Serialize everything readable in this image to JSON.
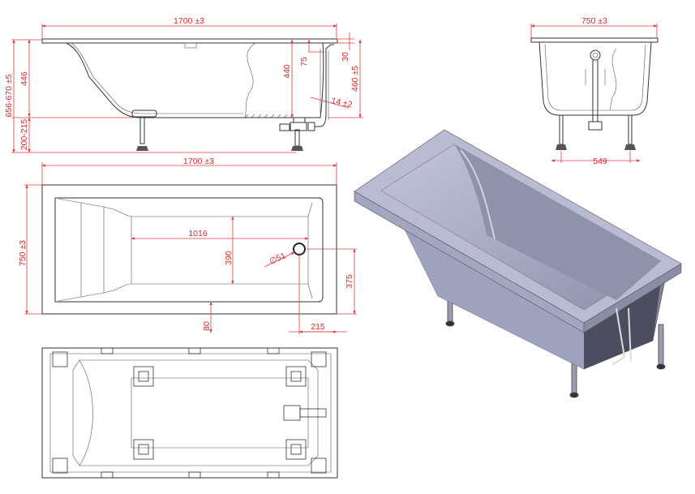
{
  "side_view": {
    "length": "1700 ±3",
    "total_height": "656-670 ±5",
    "depth_outer": "446",
    "leg_height": "200-215",
    "depth_inner": "440",
    "overflow_offset": "75",
    "rim_thickness": "30",
    "end_height": "460 ±5",
    "wall_thickness": "14 ±2"
  },
  "end_view": {
    "width": "750 ±3",
    "leg_span": "549"
  },
  "plan_view": {
    "length": "1700 ±3",
    "width": "750 ±3",
    "bottom_length": "1016",
    "bottom_width": "390",
    "drain_diameter": "∅51",
    "drain_from_side": "375",
    "drain_from_end": "215",
    "rim_width": "80"
  },
  "colors": {
    "dimension": "#e23b3b",
    "tub_surface": "#a9acc6",
    "tub_dark": "#7d7f98"
  }
}
